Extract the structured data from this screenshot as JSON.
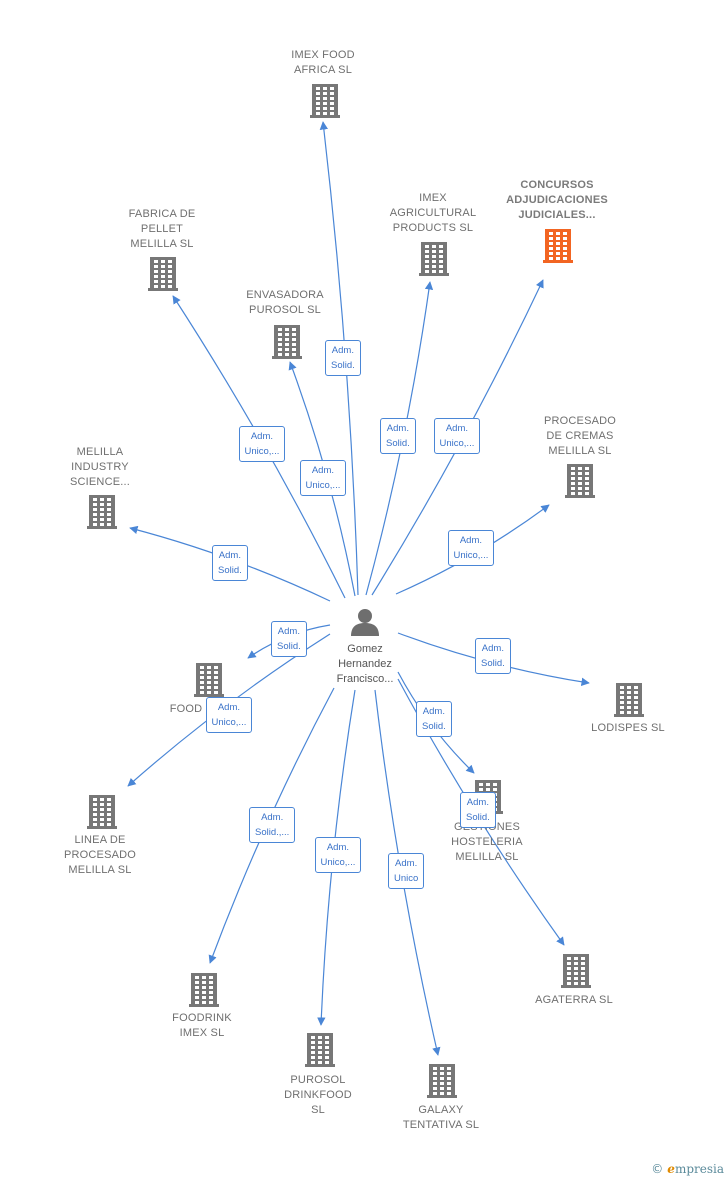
{
  "colors": {
    "edge": "#4a86d6",
    "building": "#777777",
    "building_highlight": "#f26522",
    "person": "#6e6e6e"
  },
  "center": {
    "label": "Gomez\nHernandez\nFrancisco...",
    "icon": "person-icon"
  },
  "companies": [
    {
      "id": "imex-food-africa",
      "label": "IMEX FOOD\nAFRICA  SL",
      "role": "Adm.\nSolid.",
      "highlight": false,
      "icon": "building-icon"
    },
    {
      "id": "concursos",
      "label": "CONCURSOS\nADJUDICACIONES\nJUDICIALES...",
      "role": "Adm.\nUnico,...",
      "highlight": true,
      "icon": "building-icon"
    },
    {
      "id": "imex-agricultural",
      "label": "IMEX\nAGRICULTURAL\nPRODUCTS  SL",
      "role": "Adm.\nSolid.",
      "highlight": false,
      "icon": "building-icon"
    },
    {
      "id": "fabrica-pellet",
      "label": "FABRICA DE\nPELLET\nMELILLA  SL",
      "role": "Adm.\nUnico,...",
      "highlight": false,
      "icon": "building-icon"
    },
    {
      "id": "envasadora-purosol",
      "label": "ENVASADORA\nPUROSOL  SL",
      "role": "Adm.\nUnico,...",
      "highlight": false,
      "icon": "building-icon"
    },
    {
      "id": "procesado-cremas",
      "label": "PROCESADO\nDE CREMAS\nMELILLA  SL",
      "role": "Adm.\nUnico,...",
      "highlight": false,
      "icon": "building-icon"
    },
    {
      "id": "melilla-industry",
      "label": "MELILLA\nINDUSTRY\nSCIENCE...",
      "role": "Adm.\nSolid.",
      "highlight": false,
      "icon": "building-icon"
    },
    {
      "id": "foodrink-short",
      "label": "FOOD",
      "role": "Adm.\nSolid.",
      "highlight": false,
      "icon": "building-icon"
    },
    {
      "id": "lodispes",
      "label": "LODISPES  SL",
      "role": "Adm.\nSolid.",
      "highlight": false,
      "icon": "building-icon"
    },
    {
      "id": "linea-procesado",
      "label": "LINEA DE\nPROCESADO\nMELILLA  SL",
      "role": "Adm.\nUnico,...",
      "highlight": false,
      "icon": "building-icon"
    },
    {
      "id": "gestiones-hosteleria",
      "label": "GESTIONES\nHOSTELERIA\nMELILLA  SL",
      "role": "Adm.\nSolid.",
      "highlight": false,
      "icon": "building-icon"
    },
    {
      "id": "agaterra",
      "label": "AGATERRA SL",
      "role": "Adm.\nSolid.",
      "highlight": false,
      "icon": "building-icon"
    },
    {
      "id": "foodrink-imex",
      "label": "FOODRINK\nIMEX  SL",
      "role": "Adm.\nSolid.,...",
      "highlight": false,
      "icon": "building-icon"
    },
    {
      "id": "purosol-drinkfood",
      "label": "PUROSOL\nDRINKFOOD\nSL",
      "role": "Adm.\nUnico,...",
      "highlight": false,
      "icon": "building-icon"
    },
    {
      "id": "galaxy-tentativa",
      "label": "GALAXY\nTENTATIVA  SL",
      "role": "Adm.\nUnico",
      "highlight": false,
      "icon": "building-icon"
    }
  ],
  "footer": {
    "copyright_symbol": "©",
    "brand_initial": "e",
    "brand_rest": "mpresia"
  }
}
